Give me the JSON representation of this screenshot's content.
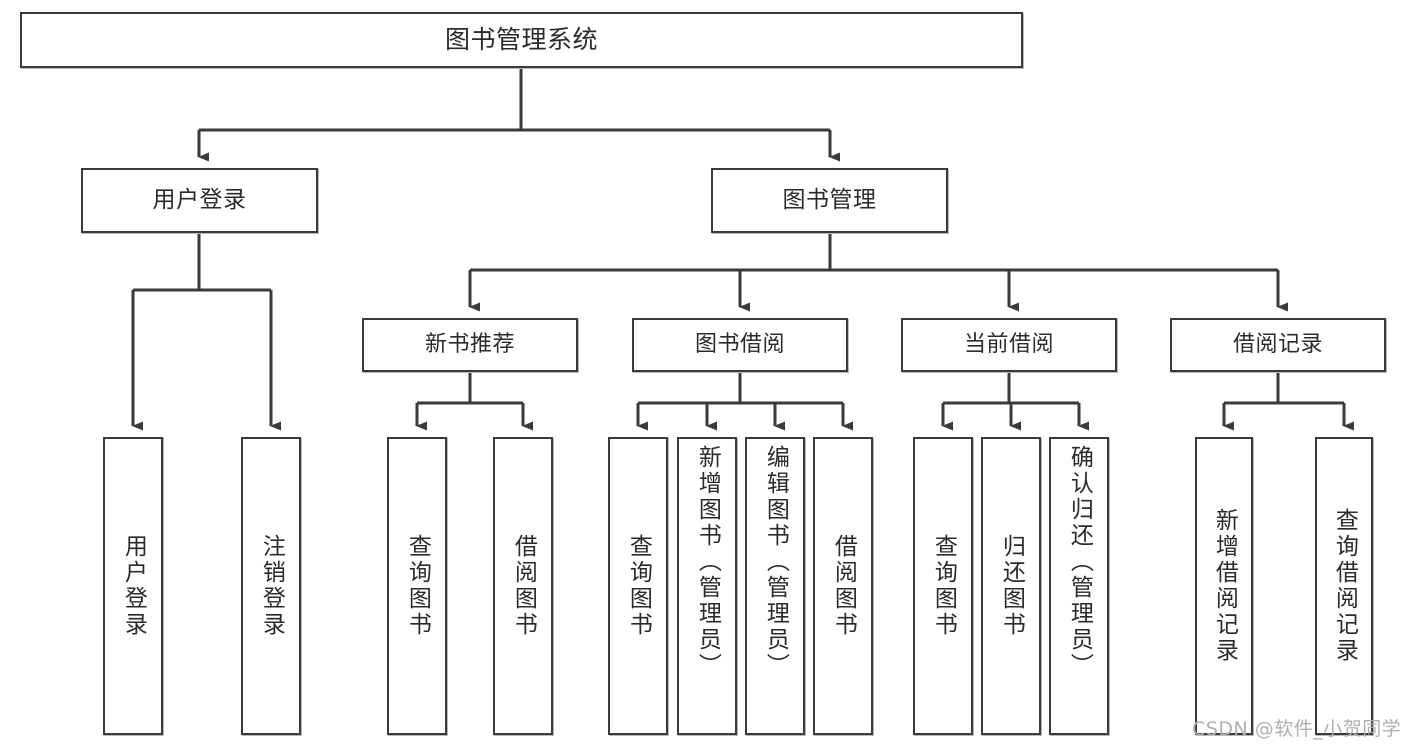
{
  "diagram": {
    "title": "图书管理系统",
    "type": "hierarchy-tree",
    "stroke_color": "#3a3a3a",
    "text_color": "#2b2b2b",
    "background_color": "#ffffff"
  },
  "root": {
    "label": "图书管理系统"
  },
  "level2": [
    {
      "label": "用户登录"
    },
    {
      "label": "图书管理"
    }
  ],
  "level3": [
    {
      "label": "新书推荐"
    },
    {
      "label": "图书借阅"
    },
    {
      "label": "当前借阅"
    },
    {
      "label": "借阅记录"
    }
  ],
  "leaves": {
    "user_login": [
      {
        "label": "用户登录"
      },
      {
        "label": "注销登录"
      }
    ],
    "new_book_recommend": [
      {
        "label": "查询图书"
      },
      {
        "label": "借阅图书"
      }
    ],
    "book_borrow": [
      {
        "label": "查询图书"
      },
      {
        "label": "新增图书（管理员）"
      },
      {
        "label": "编辑图书（管理员）"
      },
      {
        "label": "借阅图书"
      }
    ],
    "current_borrow": [
      {
        "label": "查询图书"
      },
      {
        "label": "归还图书"
      },
      {
        "label": "确认归还（管理员）"
      }
    ],
    "borrow_record": [
      {
        "label": "新增借阅记录"
      },
      {
        "label": "查询借阅记录"
      }
    ]
  },
  "watermark": {
    "text": "CSDN @软件_小贺同学"
  }
}
